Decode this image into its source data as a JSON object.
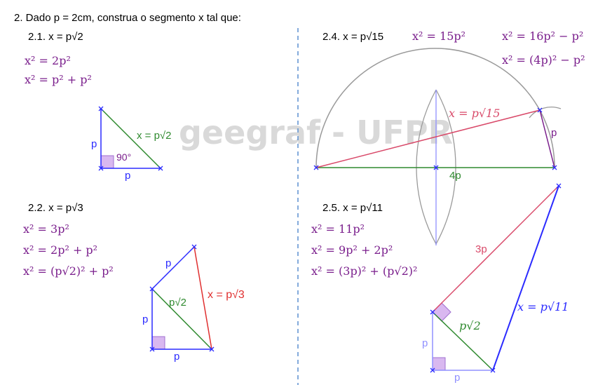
{
  "title": "2. Dado p = 2cm, construa o segmento x tal que:",
  "watermark": "geegraf - UFPR",
  "colors": {
    "blue": "#2b2bff",
    "green": "#2f8a2f",
    "red": "#e03030",
    "purple": "#7a1e8c",
    "crimson": "#d94a6a",
    "gray": "#9a9a9a",
    "angle_fill": "#d9b8f0",
    "angle_stroke": "#a070d0",
    "divider": "#5b8fd0"
  },
  "sections": {
    "s21": {
      "heading": "2.1. x = p√2",
      "eq1": "x² = 2p²",
      "eq2": "x² = p² + p²",
      "label_left": "p",
      "label_bottom": "p",
      "label_hyp": "x = p√2",
      "label_angle": "90°"
    },
    "s22": {
      "heading": "2.2. x = p√3",
      "eq1": "x² = 3p²",
      "eq2": "x² = 2p² + p²",
      "eq3": "x² = (p√2)² + p²",
      "label_left": "p",
      "label_bottom": "p",
      "label_top": "p",
      "label_diag": "p√2",
      "label_red": "x = p√3"
    },
    "s24": {
      "heading": "2.4. x = p√15",
      "eq1": "x² = 15p²",
      "eq2": "x² = 16p² − p²",
      "eq3": "x² = (4p)² − p²",
      "label_base": "4p",
      "label_chord": "x = p√15",
      "label_small": "p"
    },
    "s25": {
      "heading": "2.5. x = p√11",
      "eq1": "x² = 11p²",
      "eq2": "x² = 9p² + 2p²",
      "eq3": "x² = (3p)² + (p√2)²",
      "label_3p": "3p",
      "label_diag": "p√2",
      "label_x": "x = p√11",
      "label_left": "p",
      "label_bottom": "p"
    }
  }
}
